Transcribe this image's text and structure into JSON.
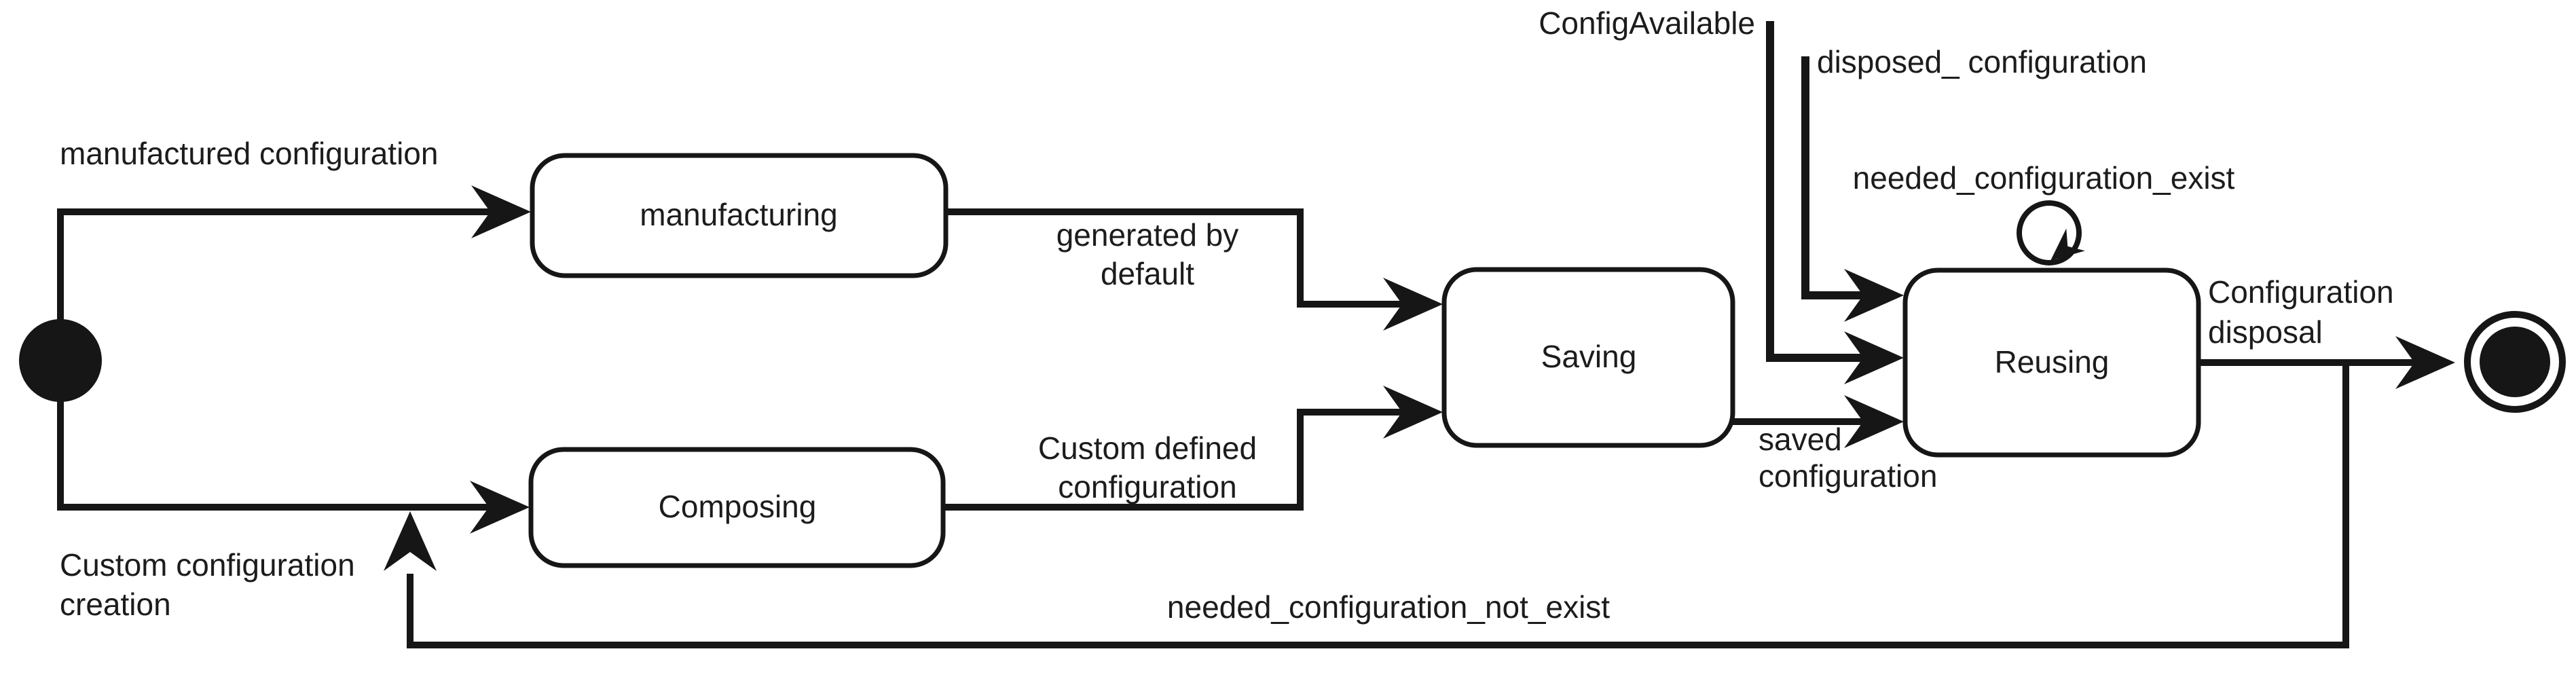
{
  "colors": {
    "line": "#161616",
    "text": "#1c1c1c",
    "background": "#ffffff",
    "state_fill": "#ffffff"
  },
  "states": {
    "manufacturing": "manufacturing",
    "composing": "Composing",
    "saving": "Saving",
    "reusing": "Reusing"
  },
  "transitions": {
    "manufactured_configuration": "manufactured configuration",
    "custom_configuration_creation_line1": "Custom configuration",
    "custom_configuration_creation_line2": "creation",
    "generated_by_default_line1": "generated by",
    "generated_by_default_line2": "default",
    "custom_defined_configuration_line1": "Custom defined",
    "custom_defined_configuration_line2": "configuration",
    "config_available": "ConfigAvailable",
    "disposed_configuration": "disposed_ configuration",
    "needed_configuration_exist": "needed_configuration_exist",
    "saved_configuration_line1": "saved",
    "saved_configuration_line2": "configuration",
    "configuration_disposal_line1": "Configuration",
    "configuration_disposal_line2": "disposal",
    "needed_configuration_not_exist": "needed_configuration_not_exist"
  }
}
